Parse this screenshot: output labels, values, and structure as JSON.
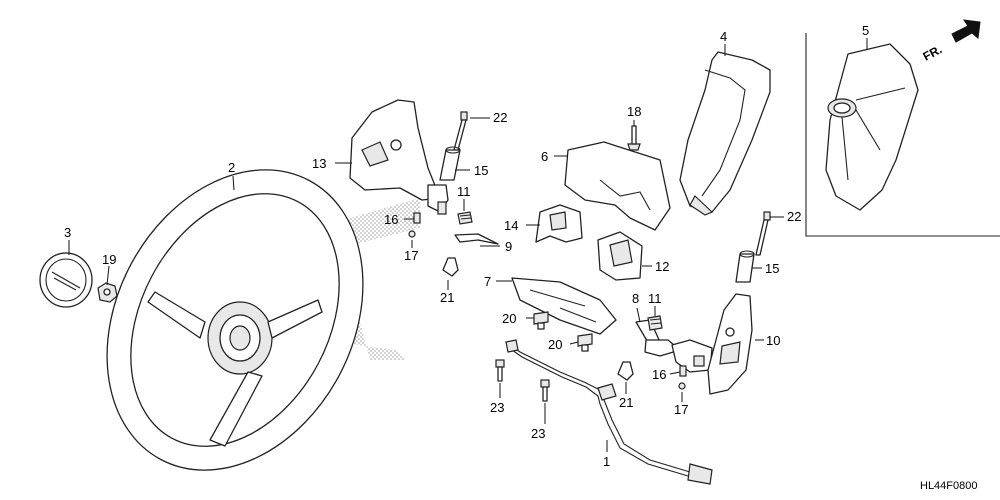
{
  "diagram": {
    "callouts": {
      "p1": "1",
      "p2": "2",
      "p3": "3",
      "p4": "4",
      "p5": "5",
      "p6": "6",
      "p7": "7",
      "p8": "8",
      "p9": "9",
      "p10": "10",
      "p11a": "11",
      "p11b": "11",
      "p12": "12",
      "p13": "13",
      "p14": "14",
      "p15a": "15",
      "p15b": "15",
      "p16a": "16",
      "p16b": "16",
      "p17a": "17",
      "p17b": "17",
      "p18": "18",
      "p19": "19",
      "p20a": "20",
      "p20b": "20",
      "p21a": "21",
      "p21b": "21",
      "p22a": "22",
      "p22b": "22",
      "p23a": "23",
      "p23b": "23"
    },
    "front_indicator": "FR.",
    "diagram_code": "HL44F0800",
    "colors": {
      "line": "#222222",
      "halftone": "#c8c8c8"
    }
  }
}
